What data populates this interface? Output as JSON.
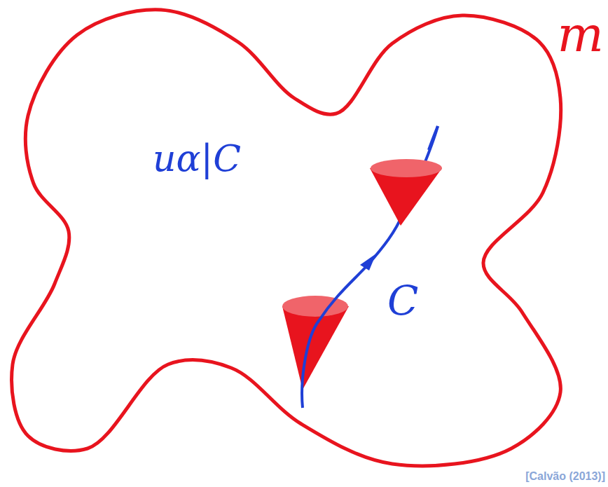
{
  "diagram": {
    "nodes": [
      {
        "text": [
          "m",
          "uα|C",
          "C"
        ]
      }
    ],
    "labels": [
      "[Calvão (2013)]"
    ]
  }
}
